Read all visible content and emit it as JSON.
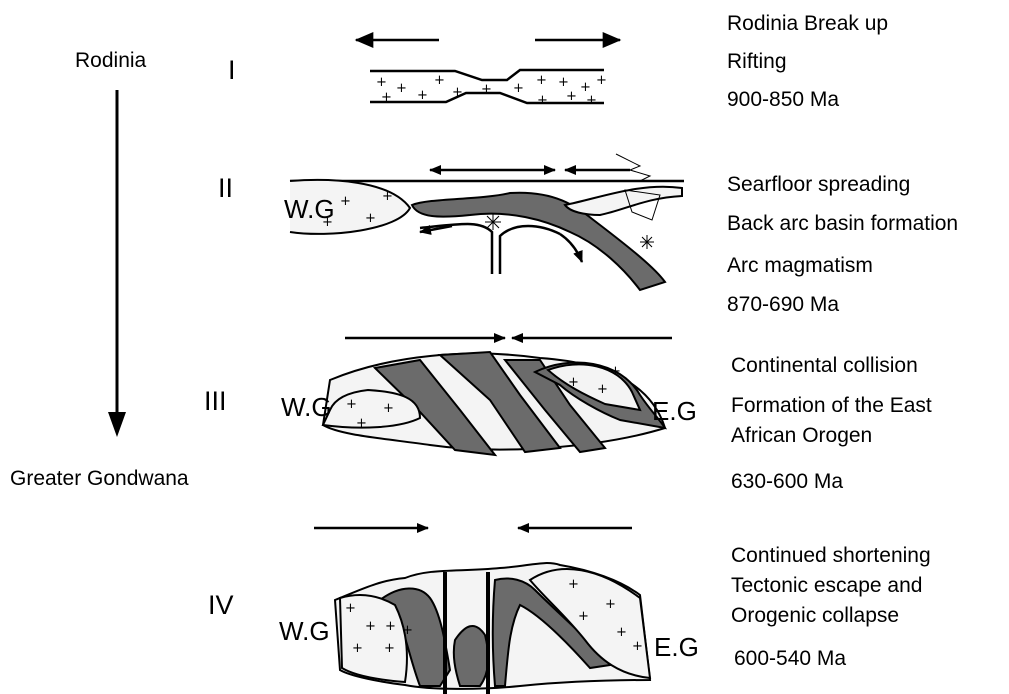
{
  "timeline": {
    "start_label": "Rodinia",
    "end_label": "Greater Gondwana"
  },
  "stages": [
    {
      "numeral": "I",
      "descriptions": [
        "Rodinia Break up",
        "Rifting",
        "900-850 Ma"
      ],
      "block_labels": []
    },
    {
      "numeral": "II",
      "descriptions": [
        "Searfloor spreading",
        "Back arc basin formation",
        "Arc magmatism",
        "870-690 Ma"
      ],
      "block_labels": [
        "W.G"
      ]
    },
    {
      "numeral": "III",
      "descriptions": [
        "Continental collision",
        "Formation of the East",
        "African Orogen",
        "630-600 Ma"
      ],
      "block_labels": [
        "W.G",
        "E.G"
      ]
    },
    {
      "numeral": "IV",
      "descriptions": [
        "Continued shortening",
        "Tectonic escape and",
        "Orogenic collapse",
        "600-540 Ma"
      ],
      "block_labels": [
        "W.G",
        "E.G"
      ]
    }
  ],
  "colors": {
    "oceanic_crust": "#6b6b6b",
    "continental_fill": "#f4f4f4",
    "line": "#000000"
  },
  "icons": {
    "plus_symbol": "+",
    "magma_burst": "burst"
  }
}
